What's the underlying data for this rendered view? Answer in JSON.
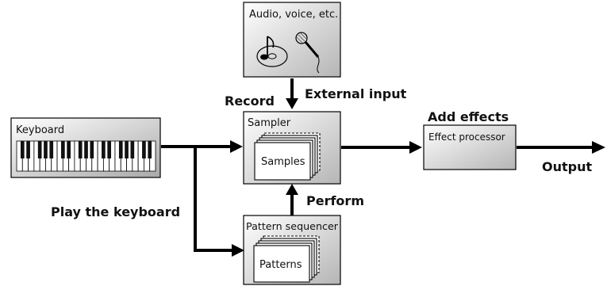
{
  "nodes": {
    "audio_source": {
      "label": "Audio, voice, etc."
    },
    "keyboard": {
      "label": "Keyboard"
    },
    "sampler": {
      "label": "Sampler",
      "inner_label": "Samples"
    },
    "effect_processor": {
      "label": "Effect processor"
    },
    "pattern_sequencer": {
      "label": "Pattern sequencer",
      "inner_label": "Patterns"
    }
  },
  "edges": {
    "record": "Record",
    "external_input": "External input",
    "add_effects": "Add effects",
    "output": "Output",
    "play_keyboard": "Play the keyboard",
    "perform": "Perform"
  },
  "colors": {
    "box_fill_light": "#ffffff",
    "box_fill_dark": "#b8b8b8",
    "stroke": "#000000",
    "key_black": "#111111"
  }
}
